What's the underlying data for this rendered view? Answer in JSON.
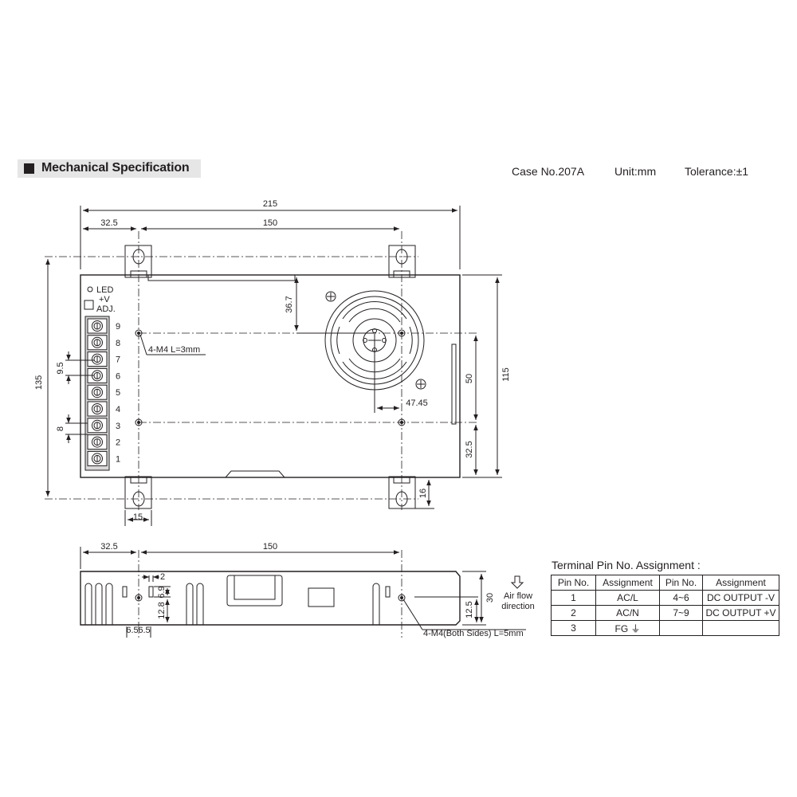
{
  "header": {
    "title": "Mechanical Specification",
    "case_no": "Case No.207A",
    "unit": "Unit:mm",
    "tolerance": "Tolerance:±1"
  },
  "top_view": {
    "dims": {
      "overall_width": "215",
      "left_offset": "32.5",
      "hole_span": "150",
      "overall_height": "135",
      "body_height": "115",
      "hole_vertical": "50",
      "hole_bottom": "32.5",
      "fan_center_y": "36.7",
      "fan_center_x": "47.45",
      "tab_bottom": "16",
      "tab_left": "15",
      "pin_pitch": "9.5",
      "pin_gap": "8"
    },
    "labels": {
      "led": "LED",
      "v_plus": "+V",
      "adj": "ADJ.",
      "mount_note": "4-M4 L=3mm"
    },
    "terminals": [
      "9",
      "8",
      "7",
      "6",
      "5",
      "4",
      "3",
      "2",
      "1"
    ]
  },
  "side_view": {
    "dims": {
      "left_offset": "32.5",
      "hole_span": "150",
      "height": "30",
      "hole_height": "12.5",
      "slot_w": "2",
      "slot_h": "6.9",
      "slot_y": "12.8",
      "spacing_a": "6.5",
      "spacing_b": "6.5"
    },
    "labels": {
      "mount_note": "4-M4(Both Sides) L=5mm",
      "air_flow_1": "Air flow",
      "air_flow_2": "direction"
    }
  },
  "pin_table": {
    "title": "Terminal Pin No. Assignment :",
    "headers": [
      "Pin No.",
      "Assignment",
      "Pin No.",
      "Assignment"
    ],
    "rows": [
      [
        "1",
        "AC/L",
        "4~6",
        "DC OUTPUT -V"
      ],
      [
        "2",
        "AC/N",
        "7~9",
        "DC OUTPUT +V"
      ],
      [
        "3",
        "FG ⏚",
        "",
        ""
      ]
    ]
  }
}
